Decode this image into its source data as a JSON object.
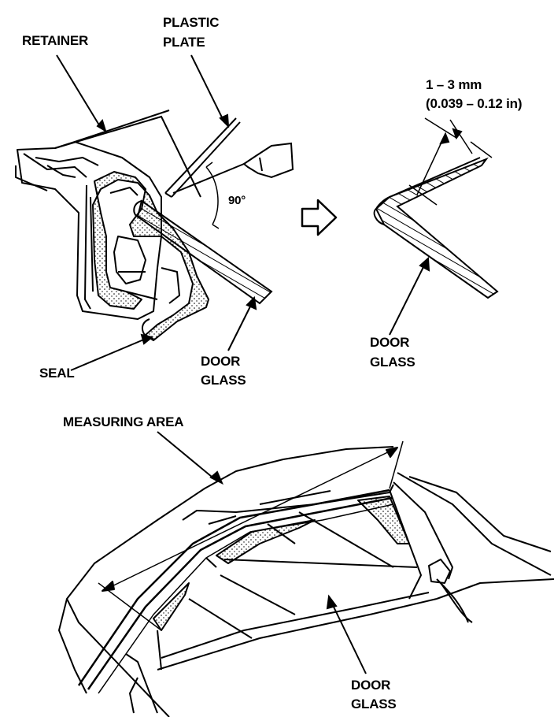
{
  "labels": {
    "retainer": "RETAINER",
    "plastic_plate_line1": "PLASTIC",
    "plastic_plate_line2": "PLATE",
    "angle": "90°",
    "seal": "SEAL",
    "door_glass_1_line1": "DOOR",
    "door_glass_1_line2": "GLASS",
    "gap_value": "1 – 3 mm",
    "gap_value_imperial": "(0.039 – 0.12 in)",
    "door_glass_2_line1": "DOOR",
    "door_glass_2_line2": "GLASS",
    "measuring_area": "MEASURING AREA",
    "door_glass_3_line1": "DOOR",
    "door_glass_3_line2": "GLASS"
  },
  "icons": {
    "arrow": "right-arrow-icon"
  },
  "colors": {
    "ink": "#000000",
    "paper": "#ffffff"
  }
}
